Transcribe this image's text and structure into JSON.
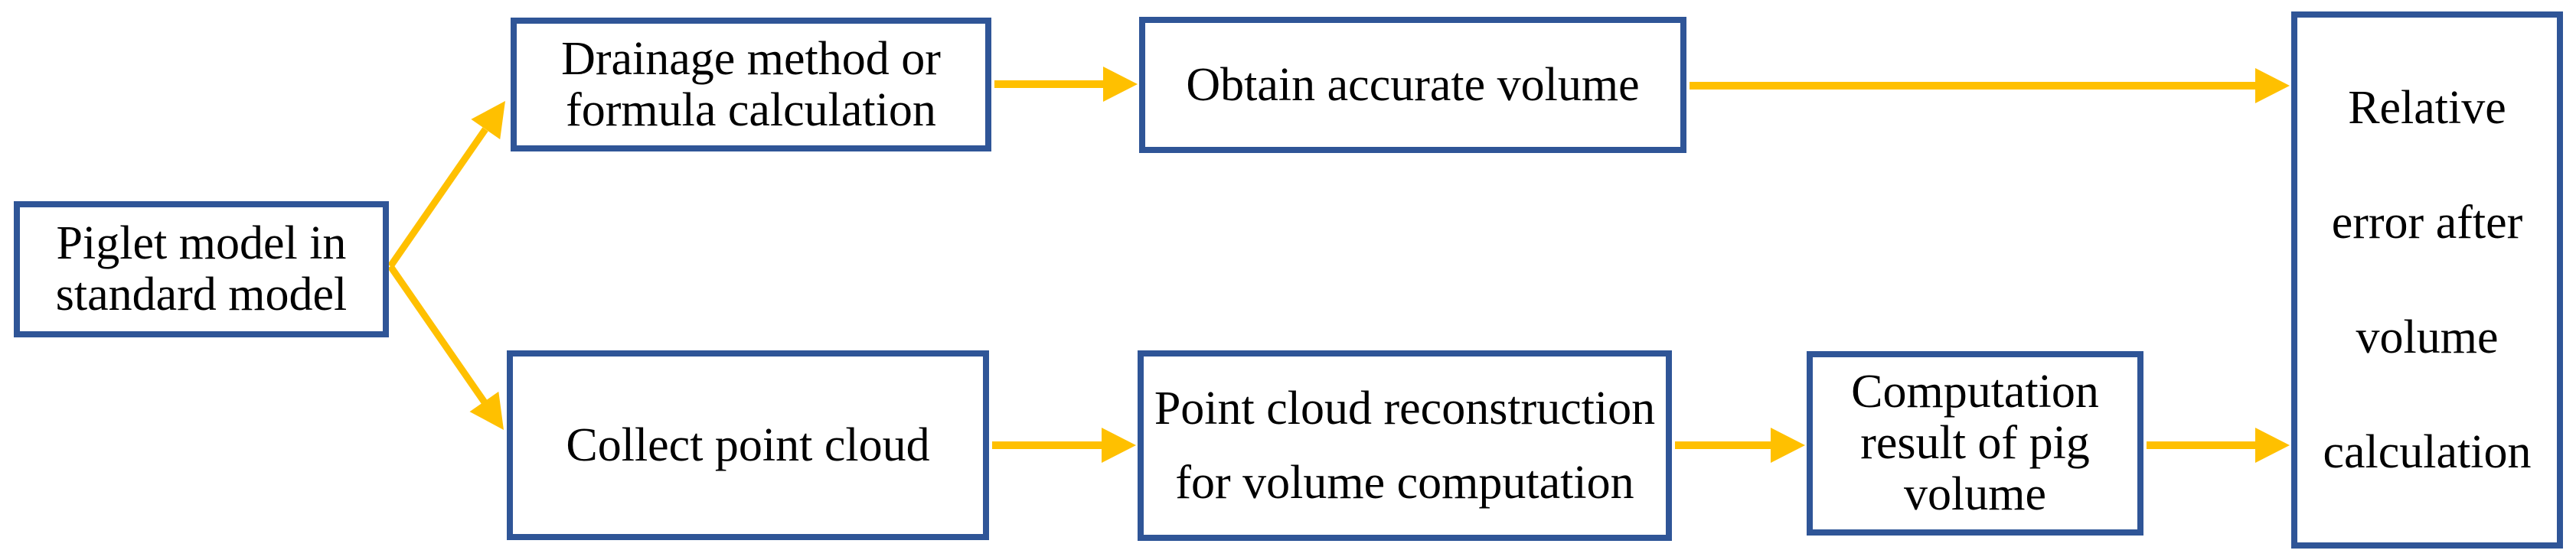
{
  "figure": {
    "type": "flowchart",
    "description": "Piglet volume measurement workflow comparing drainage/formula method with point cloud reconstruction"
  },
  "colors": {
    "box_border": "#2F5597",
    "arrow": "#FFC000",
    "text": "#000000",
    "background": "#FFFFFF"
  },
  "nodes": {
    "piglet": {
      "label": "Piglet model in\nstandard model"
    },
    "drainage": {
      "label": "Drainage method or\nformula calculation"
    },
    "obtain": {
      "label": "Obtain accurate volume"
    },
    "collect": {
      "label": "Collect point cloud"
    },
    "pointcloud": {
      "label": "Point cloud reconstruction\nfor volume computation"
    },
    "computation": {
      "label": "Computation\nresult of pig\nvolume"
    },
    "relative": {
      "label": "Relative\nerror after\nvolume\ncalculation"
    }
  },
  "edges": [
    {
      "from": "piglet",
      "to": "drainage"
    },
    {
      "from": "piglet",
      "to": "collect"
    },
    {
      "from": "drainage",
      "to": "obtain"
    },
    {
      "from": "obtain",
      "to": "relative"
    },
    {
      "from": "collect",
      "to": "pointcloud"
    },
    {
      "from": "pointcloud",
      "to": "computation"
    },
    {
      "from": "computation",
      "to": "relative"
    }
  ]
}
